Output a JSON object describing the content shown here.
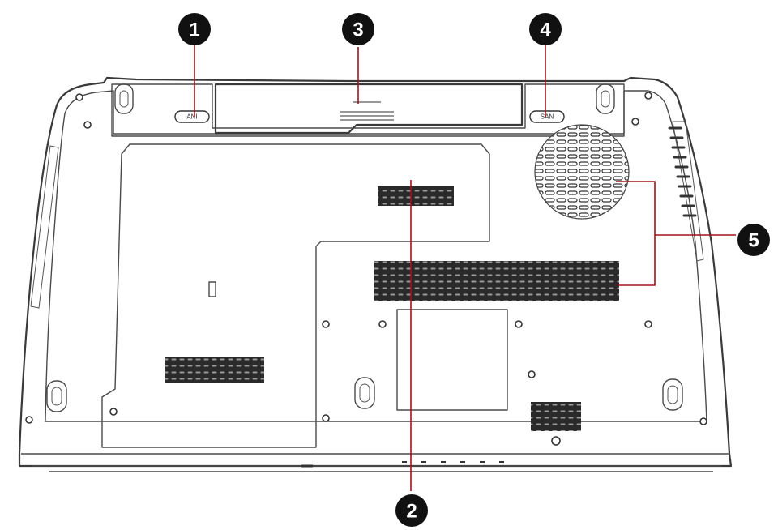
{
  "callouts": [
    {
      "id": "1",
      "label": "1"
    },
    {
      "id": "2",
      "label": "2"
    },
    {
      "id": "3",
      "label": "3"
    },
    {
      "id": "4",
      "label": "4"
    },
    {
      "id": "5",
      "label": "5"
    }
  ],
  "latches": {
    "left_text": "ANI",
    "right_text": "SAN"
  },
  "colors": {
    "callout_line": "#a3121e",
    "badge": "#111111",
    "outline": "#3a3a3a"
  }
}
